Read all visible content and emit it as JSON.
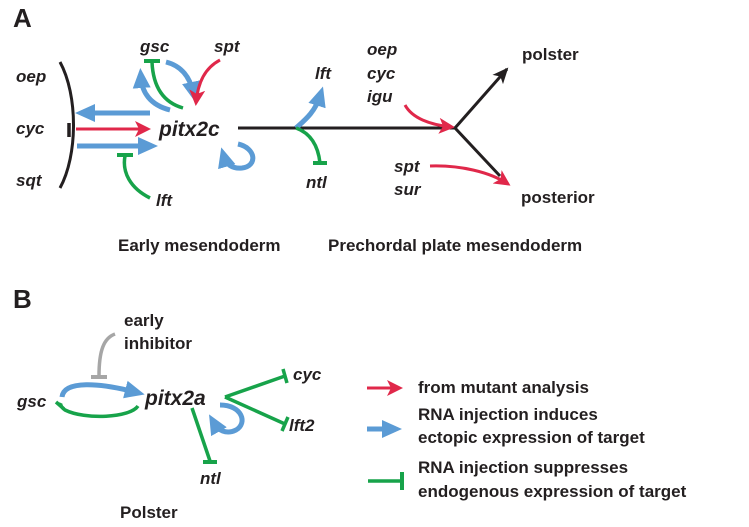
{
  "colors": {
    "mutant": "#e0284a",
    "induces": "#5b9bd5",
    "suppresses": "#17a34a",
    "inhibitor": "#a6a6a6",
    "text": "#231f20"
  },
  "panel_a": {
    "letter": "A",
    "hub": "pitx2c",
    "left_genes": [
      "oep",
      "cyc",
      "sqt"
    ],
    "top_genes": {
      "gsc": "gsc",
      "spt": "spt"
    },
    "lft_bottom": "lft",
    "lft_top": "lft",
    "ntl": "ntl",
    "upper_regulators": [
      "oep",
      "cyc",
      "igu"
    ],
    "lower_regulators": [
      "spt",
      "sur"
    ],
    "fate_top": "polster",
    "fate_bottom": "posterior",
    "stage_left": "Early mesendoderm",
    "stage_right": "Prechordal plate mesendoderm"
  },
  "panel_b": {
    "letter": "B",
    "hub": "pitx2a",
    "inhibitor": [
      "early",
      "inhibitor"
    ],
    "gsc": "gsc",
    "cyc": "cyc",
    "lft2": "lft2",
    "ntl": "ntl",
    "tissue": "Polster"
  },
  "legend": {
    "mutant": [
      "from mutant analysis"
    ],
    "induces": [
      "RNA injection induces",
      "ectopic expression of target"
    ],
    "suppresses": [
      "RNA injection suppresses",
      "endogenous expression of target"
    ]
  }
}
